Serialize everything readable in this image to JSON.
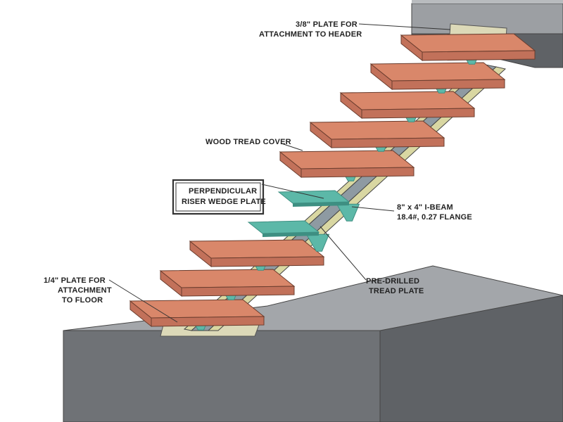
{
  "labels": {
    "header_plate_1": "3/8\" PLATE FOR",
    "header_plate_2": "ATTACHMENT TO HEADER",
    "wood_tread": "WOOD TREAD COVER",
    "riser_1": "PERPENDICULAR",
    "riser_2": "RISER WEDGE PLATE",
    "ibeam_1": "8\" x 4\" I-BEAM",
    "ibeam_2": "18.4#, 0.27 FLANGE",
    "tread_plate_1": "PRE-DRILLED",
    "tread_plate_2": "TREAD PLATE",
    "floor_plate_1": "1/4\" PLATE FOR",
    "floor_plate_2": "ATTACHMENT",
    "floor_plate_3": "TO FLOOR"
  },
  "colors": {
    "wood": "#d9876a",
    "wood_dark": "#c2715a",
    "teal": "#5cb8a8",
    "teal_dark": "#3e8f82",
    "beam": "#8e9aa2",
    "beam_flange": "#d9d7a2",
    "concrete_top": "#a3a6aa",
    "concrete_side": "#5f6266",
    "concrete_front": "#6f7276"
  }
}
